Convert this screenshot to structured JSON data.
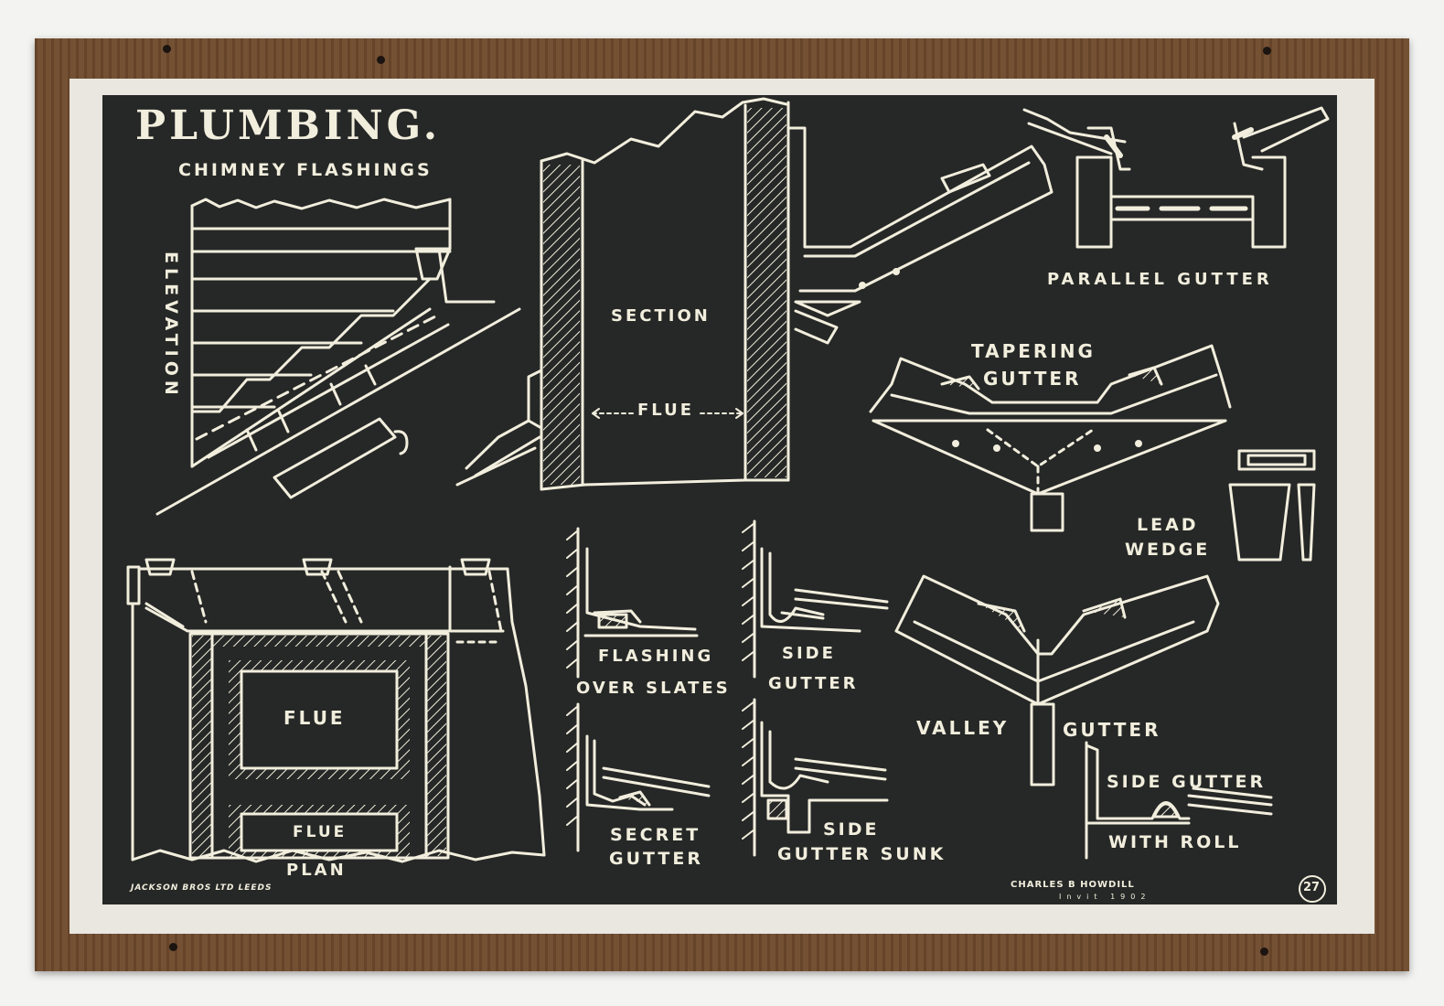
{
  "title": "PLUMBING.",
  "subtitle": "CHIMNEY FLASHINGS",
  "labels": {
    "elevation": "ELEVATION",
    "section": "SECTION",
    "flue_section": "FLUE",
    "plan": "PLAN",
    "flue_plan_upper": "FLUE",
    "flue_plan_lower": "FLUE",
    "parallel_gutter": "PARALLEL GUTTER",
    "tapering_gutter_1": "TAPERING",
    "tapering_gutter_2": "GUTTER",
    "lead_wedge_1": "LEAD",
    "lead_wedge_2": "WEDGE",
    "flashing_over_slates_1": "FLASHING",
    "flashing_over_slates_2": "OVER SLATES",
    "side_gutter_1": "SIDE",
    "side_gutter_2": "GUTTER",
    "valley_gutter_1": "VALLEY",
    "valley_gutter_2": "GUTTER",
    "secret_gutter_1": "SECRET",
    "secret_gutter_2": "GUTTER",
    "side_gutter_sunk_1": "SIDE",
    "side_gutter_sunk_2": "GUTTER SUNK",
    "side_gutter_roll_1": "SIDE GUTTER",
    "side_gutter_roll_2": "WITH ROLL"
  },
  "footer": {
    "publisher": "JACKSON BROS LTD LEEDS",
    "author": "CHARLES B HOWDILL",
    "date": "Invit 1902",
    "plate_number": "27"
  },
  "colors": {
    "board": "#262827",
    "chalk": "#f2eedd",
    "frame": "#6f4a2c",
    "mat": "#e9e7e0"
  }
}
